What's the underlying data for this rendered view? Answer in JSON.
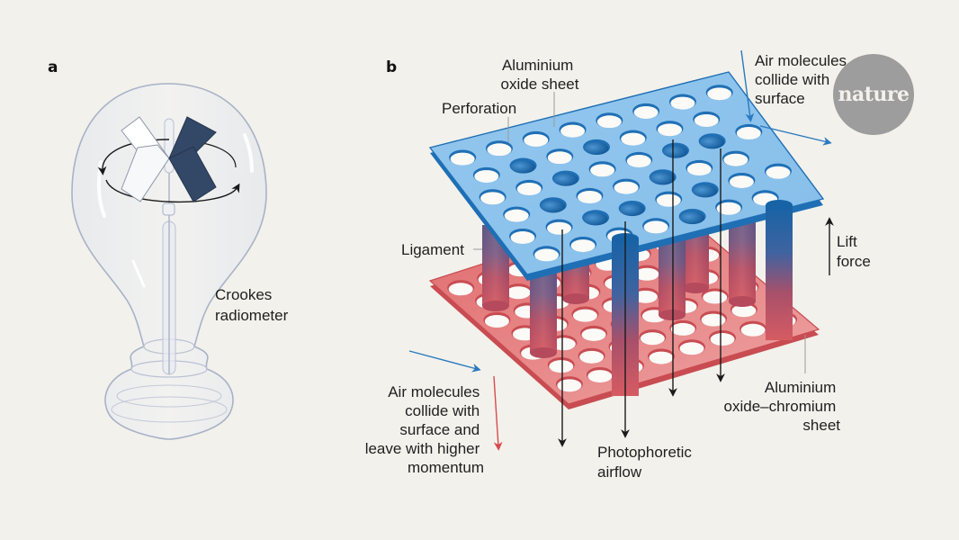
{
  "figure": {
    "panel_a": {
      "letter": "a",
      "label_lines": [
        "Crookes",
        "radiometer"
      ]
    },
    "panel_b": {
      "letter": "b",
      "labels": {
        "top_sheet": [
          "Aluminium",
          "oxide sheet"
        ],
        "perforation": [
          "Perforation"
        ],
        "air_top": [
          "Air molecules",
          "collide with",
          "surface"
        ],
        "ligament": [
          "Ligament"
        ],
        "lift_force": [
          "Lift",
          "force"
        ],
        "air_bottom": [
          "Air molecules",
          "collide with",
          "surface and",
          "leave with higher",
          "momentum"
        ],
        "photophoretic": [
          "Photophoretic",
          "airflow"
        ],
        "bottom_sheet": [
          "Aluminium",
          "oxide–chromium",
          "sheet"
        ]
      }
    },
    "logo": {
      "text": "nature"
    },
    "colors": {
      "background": "#f3f1eb",
      "top_sheet": "#8ec3ec",
      "top_sheet_edge": "#1f6fb5",
      "bottom_sheet": "#e06f6f",
      "bottom_sheet_edge": "#c84c52",
      "ligament_blue": "#1763a6",
      "ligament_red": "#d65b62",
      "arrow_blue": "#2a7abf",
      "arrow_red": "#d8494f",
      "vane_dark": "#334766",
      "logo_circle": "#9d9d9d"
    }
  }
}
